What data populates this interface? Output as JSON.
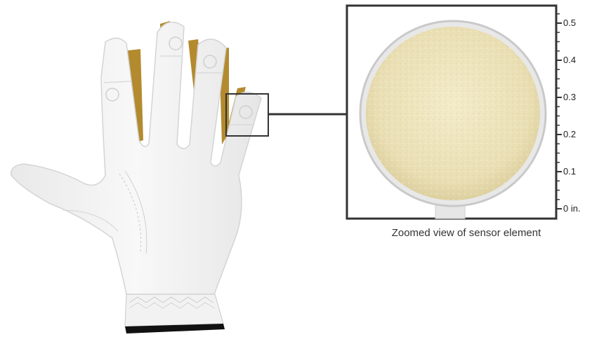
{
  "caption": "Zoomed view of sensor element",
  "scale": {
    "ticks": [
      {
        "value": 0.5,
        "label": "0.5"
      },
      {
        "value": 0.4,
        "label": "0.4"
      },
      {
        "value": 0.3,
        "label": "0.3"
      },
      {
        "value": 0.2,
        "label": "0.2"
      },
      {
        "value": 0.1,
        "label": "0.1"
      },
      {
        "value": 0.0,
        "label": "0 in."
      }
    ]
  },
  "colors": {
    "glove": "#f4f4f4",
    "glove_outline": "#d8d8d8",
    "leather": "#b38a2e",
    "sensor_fill": "#eee6c2",
    "frame": "#333333",
    "cuff_band": "#111111"
  }
}
